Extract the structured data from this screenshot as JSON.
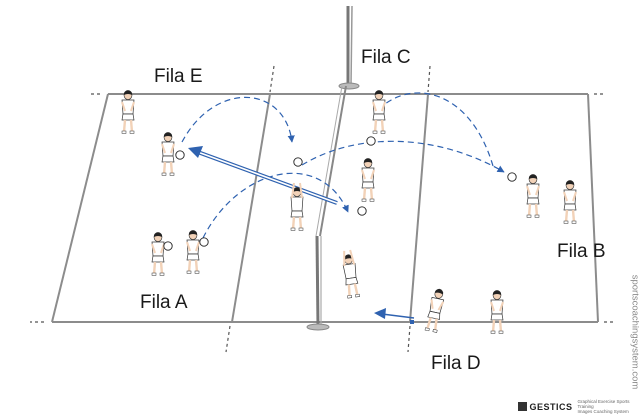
{
  "labels": {
    "fila_e": "Fila E",
    "fila_c": "Fila C",
    "fila_a": "Fila A",
    "fila_b": "Fila B",
    "fila_d": "Fila D"
  },
  "watermark": "sportscoachingsystem.com",
  "brand": {
    "name": "GESTICS",
    "tagline_1": "Graphical Exercise Sports Training",
    "tagline_2": "Images Coaching System"
  },
  "colors": {
    "court_line": "#8c8c8c",
    "arrow": "#2f62b0",
    "player_kit": "#ffffff",
    "player_outline": "#333333",
    "skin": "#f2d2b8",
    "hair": "#222222"
  }
}
